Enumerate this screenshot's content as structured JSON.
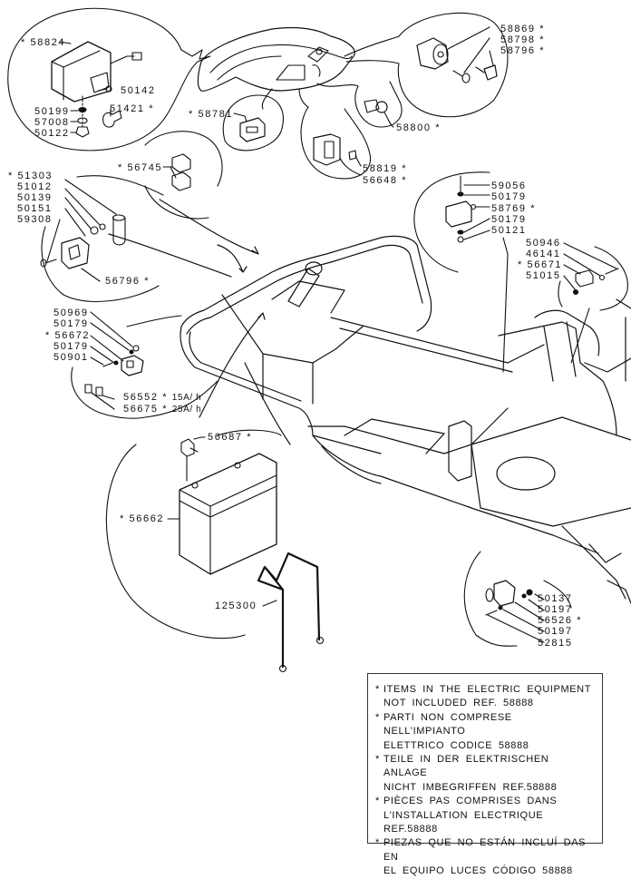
{
  "diagram": {
    "title": "Electric equipment exploded parts view",
    "star_marker": "*",
    "callouts": {
      "tail_light": [
        {
          "part": "58824",
          "starred": true
        },
        {
          "part": "50142",
          "starred": false
        },
        {
          "part": "50199",
          "starred": false
        },
        {
          "part": "57008",
          "starred": false
        },
        {
          "part": "50122",
          "starred": false
        },
        {
          "part": "51421",
          "starred": true
        }
      ],
      "dashboard": [
        {
          "part": "58781",
          "starred": true
        },
        {
          "part": "58800",
          "starred": true
        },
        {
          "part": "58819",
          "starred": true
        },
        {
          "part": "56648",
          "starred": true
        }
      ],
      "ignition": [
        {
          "part": "58869",
          "starred": true
        },
        {
          "part": "58798",
          "starred": true
        },
        {
          "part": "58796",
          "starred": true
        }
      ],
      "relays": [
        {
          "part": "56745",
          "starred": true
        }
      ],
      "socket": [
        {
          "part": "51303",
          "starred": true
        },
        {
          "part": "51012",
          "starred": false
        },
        {
          "part": "50139",
          "starred": false
        },
        {
          "part": "50151",
          "starred": false
        },
        {
          "part": "59308",
          "starred": false
        },
        {
          "part": "56796",
          "starred": true
        }
      ],
      "solenoid": [
        {
          "part": "59056",
          "starred": false
        },
        {
          "part": "50179",
          "starred": false
        },
        {
          "part": "58769",
          "starred": true
        },
        {
          "part": "50179",
          "starred": false
        },
        {
          "part": "50121",
          "starred": false
        }
      ],
      "seat_switch": [
        {
          "part": "50946",
          "starred": false
        },
        {
          "part": "46141",
          "starred": false
        },
        {
          "part": "56671",
          "starred": true
        },
        {
          "part": "51015",
          "starred": false
        }
      ],
      "fuse_holder": [
        {
          "part": "50969",
          "starred": false
        },
        {
          "part": "50179",
          "starred": false
        },
        {
          "part": "56672",
          "starred": true
        },
        {
          "part": "50179",
          "starred": false
        },
        {
          "part": "50901",
          "starred": false
        },
        {
          "part": "56552",
          "starred": true,
          "rating": "15A/ h"
        },
        {
          "part": "56675",
          "starred": true,
          "rating": "25A/ h"
        }
      ],
      "battery": [
        {
          "part": "56687",
          "starred": true
        },
        {
          "part": "56662",
          "starred": true
        },
        {
          "part": "125300",
          "starred": false
        }
      ],
      "rear_switch": [
        {
          "part": "50137",
          "starred": false
        },
        {
          "part": "50197",
          "starred": false
        },
        {
          "part": "56526",
          "starred": true
        },
        {
          "part": "50197",
          "starred": false
        },
        {
          "part": "52815",
          "starred": false
        }
      ]
    }
  },
  "notes": [
    {
      "bullet": "*",
      "lines": [
        "ITEMS  IN  THE  ELECTRIC  EQUIPMENT",
        "NOT  INCLUDED  REF.  58888"
      ]
    },
    {
      "bullet": "*",
      "lines": [
        "PARTI  NON  COMPRESE  NELL'IMPIANTO",
        "ELETTRICO  CODICE  58888"
      ]
    },
    {
      "bullet": "*",
      "lines": [
        "TEILE  IN  DER  ELEKTRISCHEN  ANLAGE",
        "NICHT  IMBEGRIFFEN  REF.58888"
      ]
    },
    {
      "bullet": "*",
      "lines": [
        "PIÈCES  PAS  COMPRISES  DANS",
        "L'INSTALLATION  ELECTRIQUE",
        "REF.58888"
      ]
    },
    {
      "bullet": "*",
      "lines": [
        "PIEZAS  QUE  NO  ESTÁN  INCLUÍ DAS  EN",
        "EL  EQUIPO  LUCES  CÓDIGO  58888"
      ]
    }
  ]
}
